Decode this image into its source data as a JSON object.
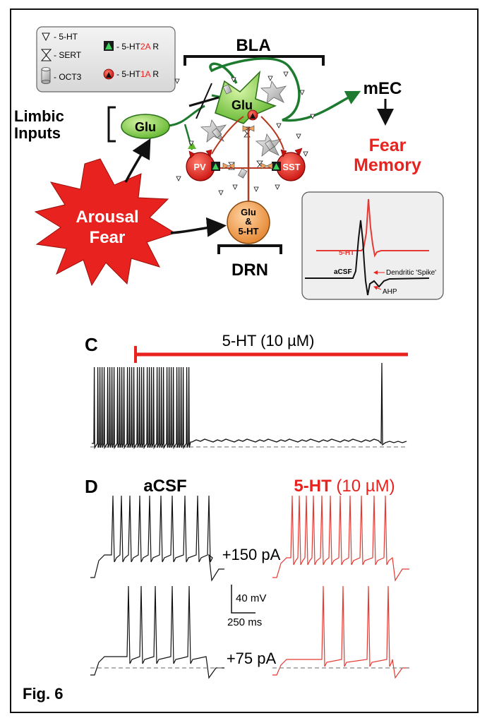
{
  "legend": {
    "serotonin": "- 5-HT",
    "sert": "- SERT",
    "oct3": "- OCT3",
    "r2a_prefix": "- 5-HT",
    "r2a_sub": "2A",
    "r2a_suffix": " R",
    "r1a_prefix": "- 5-HT",
    "r1a_sub": "1A",
    "r1a_suffix": " R"
  },
  "diagram": {
    "bla": "BLA",
    "limbic_line1": "Limbic",
    "limbic_line2": "Inputs",
    "glu_input": "Glu",
    "glu_bla": "Glu",
    "pv": "PV",
    "sst": "SST",
    "drn_line1": "Glu",
    "drn_line2": "&",
    "drn_line3": "5-HT",
    "drn": "DRN",
    "arousal_line1": "Arousal",
    "arousal_line2": "Fear",
    "mec": "mEC",
    "fear_line1": "Fear",
    "fear_line2": "Memory"
  },
  "inset": {
    "serotonin": "5-HT",
    "acsf": "aCSF",
    "spike": "Dendritic 'Spike'",
    "ahp": "AHP"
  },
  "panel_c": {
    "label": "C",
    "drug": "5-HT (10 µM)"
  },
  "panel_d": {
    "label": "D",
    "control": "aCSF",
    "drug_bold": "5-HT",
    "drug_conc": " (10 µM)",
    "high_current": "+150 pA",
    "low_current": "+75 pA",
    "scale_v": "40 mV",
    "scale_t": "250 ms"
  },
  "caption": "Fig. 6",
  "colors": {
    "red": "#e8231f",
    "green": "#7ecf3c",
    "dark_green": "#1d7a2e",
    "orange": "#f3a35b",
    "trace_red": "#e53a33"
  }
}
